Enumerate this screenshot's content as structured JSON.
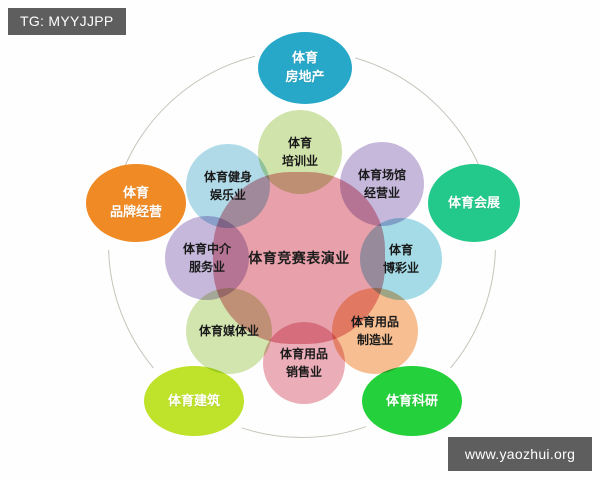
{
  "watermarks": {
    "top_tag": "TG: MYYJJPP",
    "bottom_url": "www.yaozhui.org"
  },
  "diagram": {
    "center": {
      "label": "体育竞赛表演业",
      "color": "#e8a0ab"
    },
    "inner_nodes": [
      {
        "id": "train",
        "label_line1": "体育",
        "label_line2": "培训业",
        "color": "#c6dd96"
      },
      {
        "id": "venue",
        "label_line1": "体育场馆",
        "label_line2": "经营业",
        "color": "#b9a8d4"
      },
      {
        "id": "lottery",
        "label_line1": "体育",
        "label_line2": "博彩业",
        "color": "#8fd3e2"
      },
      {
        "id": "manufac",
        "label_line1": "体育用品",
        "label_line2": "制造业",
        "color": "#f6b077"
      },
      {
        "id": "sales",
        "label_line1": "体育用品",
        "label_line2": "销售业",
        "color": "#e79aa7"
      },
      {
        "id": "media",
        "label_line1": "体育媒体业",
        "label_line2": "",
        "color": "#c8e09c"
      },
      {
        "id": "agency",
        "label_line1": "体育中介",
        "label_line2": "服务业",
        "color": "#b9a8d4"
      },
      {
        "id": "fitness",
        "label_line1": "体育健身",
        "label_line2": "娱乐业",
        "color": "#9ed2e4"
      }
    ],
    "outer_nodes": [
      {
        "id": "realestate",
        "label_line1": "体育",
        "label_line2": "房地产",
        "color": "#28a8c8"
      },
      {
        "id": "expo",
        "label_line1": "体育会展",
        "label_line2": "",
        "color": "#22c98a"
      },
      {
        "id": "research",
        "label_line1": "体育科研",
        "label_line2": "",
        "color": "#24d13c"
      },
      {
        "id": "building",
        "label_line1": "体育建筑",
        "label_line2": "",
        "color": "#bfe22a"
      },
      {
        "id": "brand",
        "label_line1": "体育",
        "label_line2": "品牌经营",
        "color": "#f08a24"
      }
    ],
    "ring_color": "#b9bcae"
  }
}
